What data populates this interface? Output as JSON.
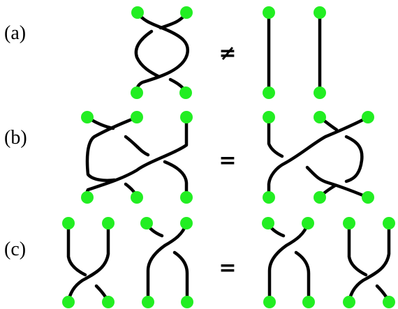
{
  "colors": {
    "node": "#22ee22",
    "strand": "#000000",
    "background": "#ffffff"
  },
  "rows": [
    {
      "label": "(a)",
      "relation": "≠"
    },
    {
      "label": "(b)",
      "relation": "="
    },
    {
      "label": "(c)",
      "relation": "="
    }
  ]
}
